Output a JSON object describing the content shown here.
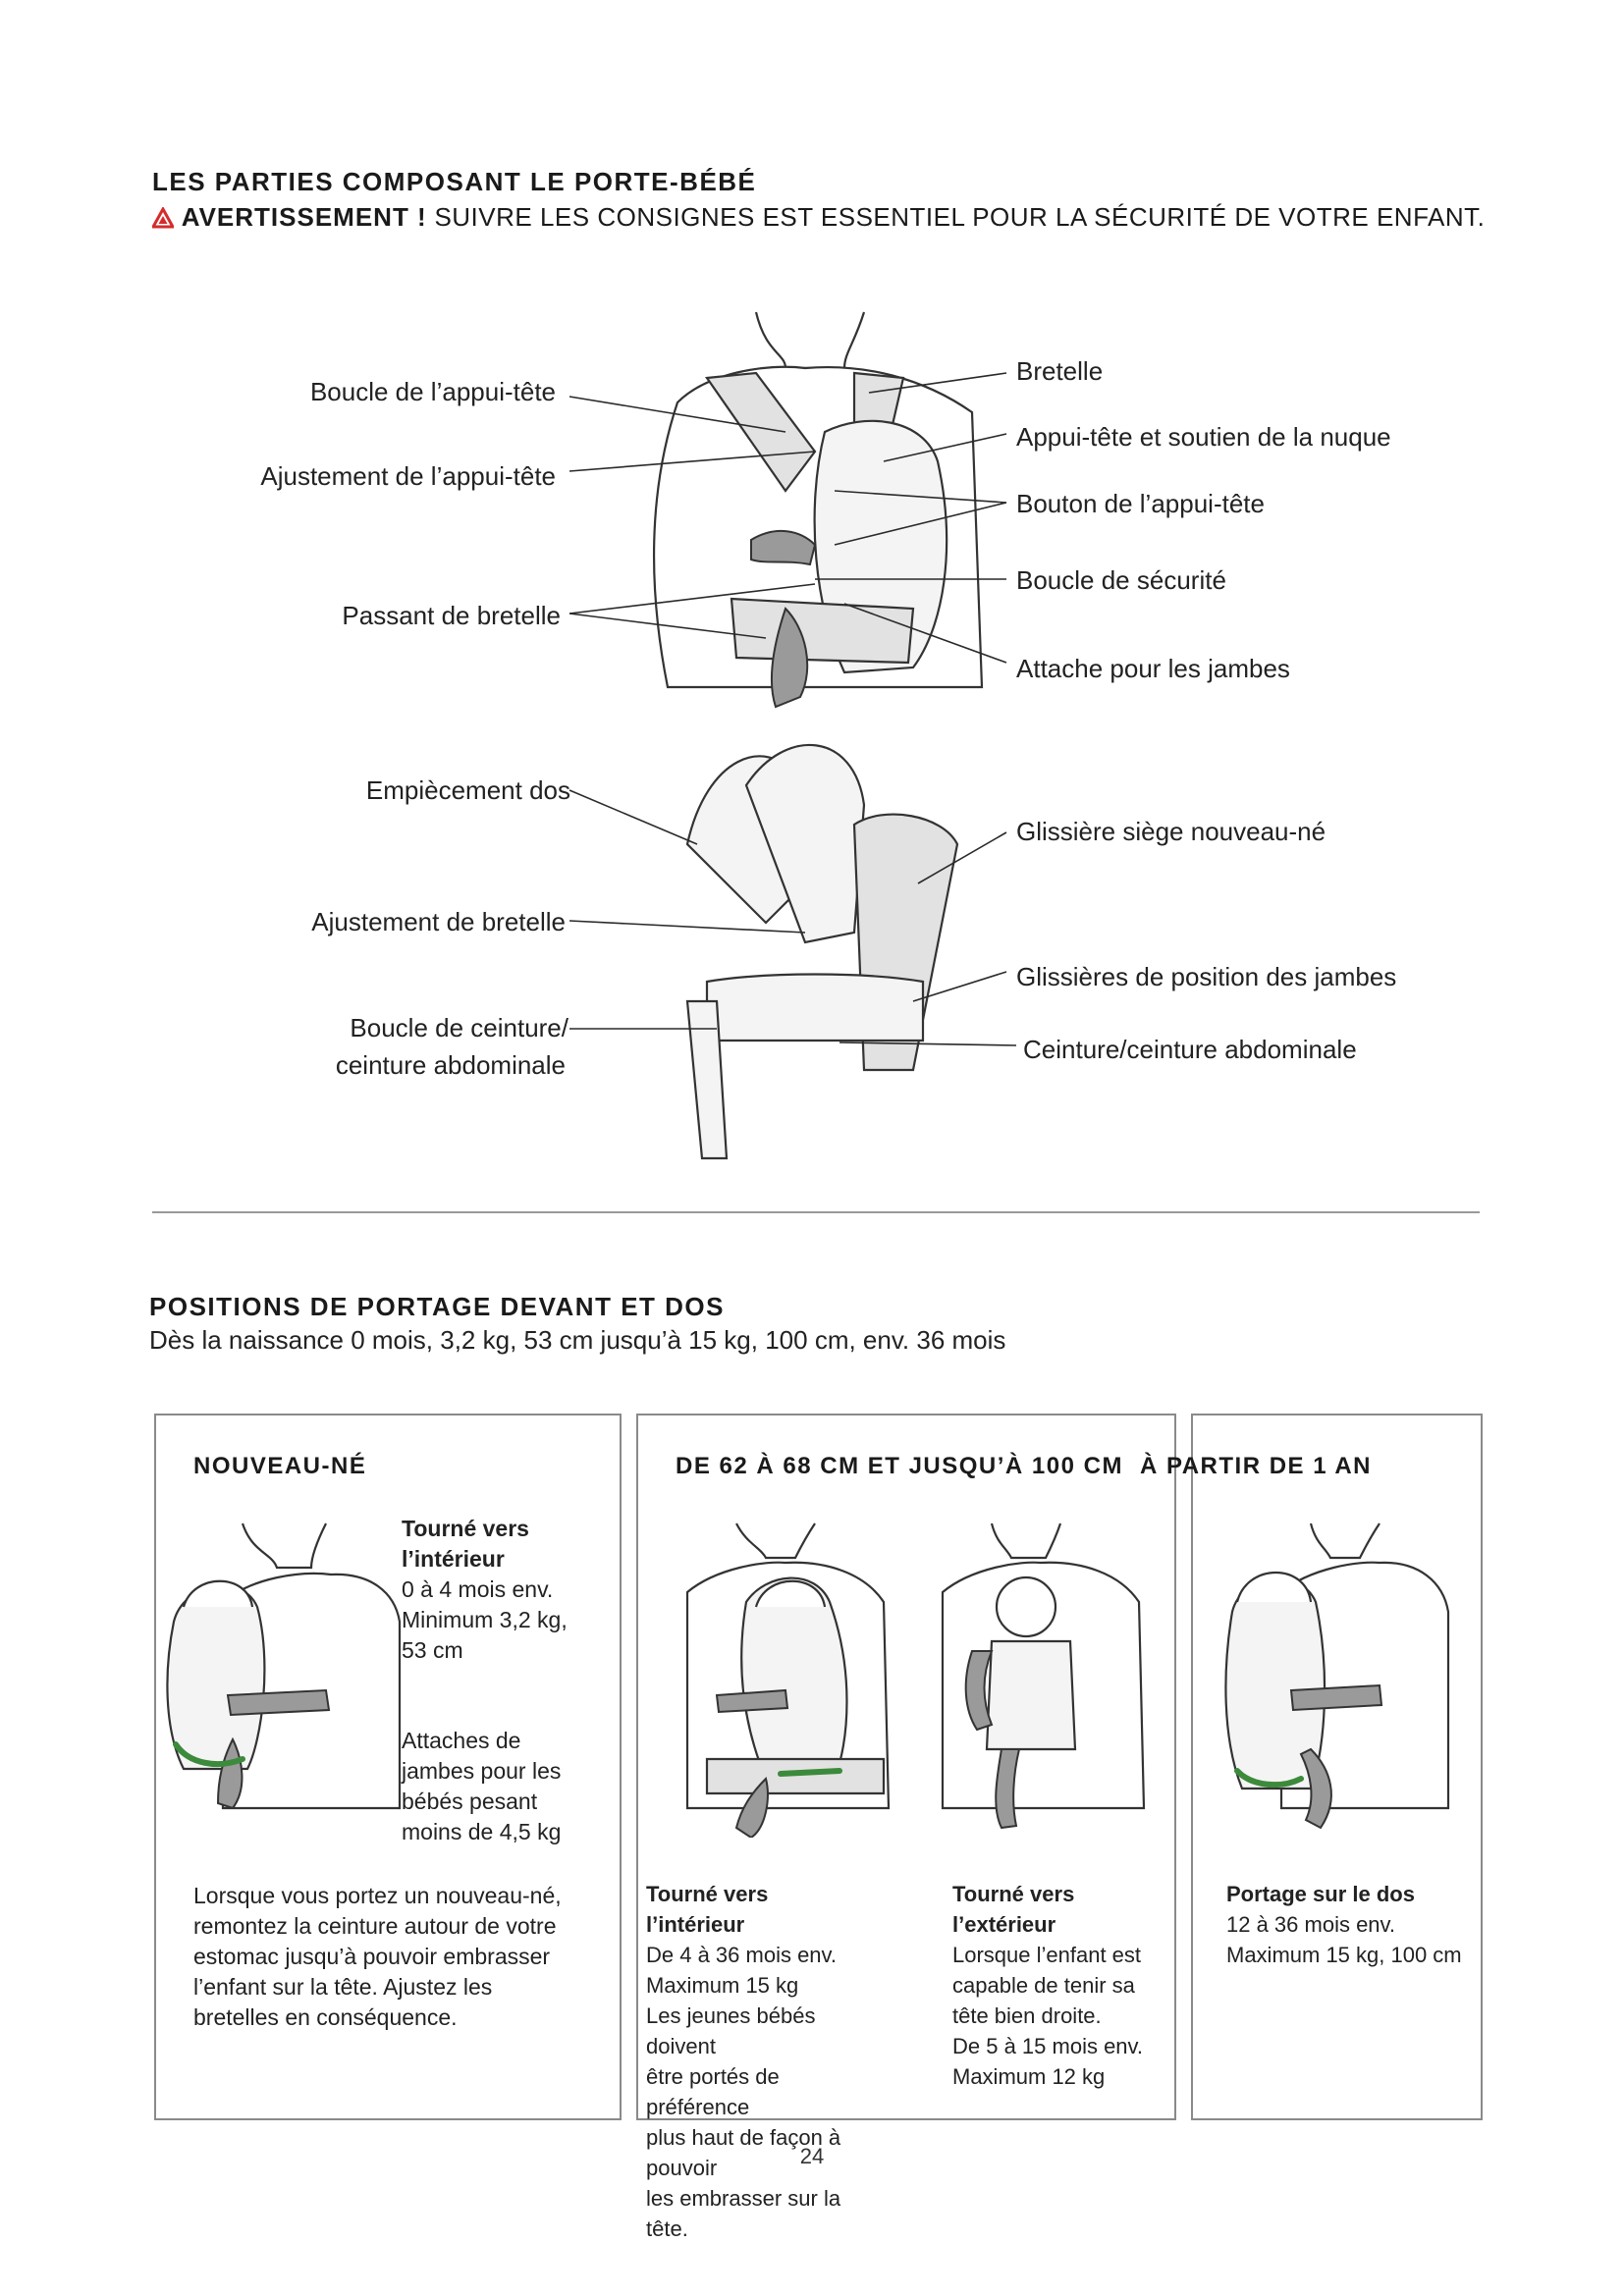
{
  "section1": {
    "title": "LES PARTIES COMPOSANT LE PORTE-BÉBÉ",
    "warning_strong": "AVERTISSEMENT !",
    "warning_text": " SUIVRE LES CONSIGNES EST ESSENTIEL POUR LA SÉCURITÉ DE VOTRE ENFANT.",
    "labels_left_top": [
      "Boucle de l’appui-tête",
      "Ajustement de l’appui-tête",
      "Passant de bretelle"
    ],
    "labels_right_top": [
      "Bretelle",
      "Appui-tête et soutien de la nuque",
      "Bouton de l’appui-tête",
      "Boucle de sécurité",
      "Attache pour les jambes"
    ],
    "labels_left_bottom": [
      "Empiècement dos",
      "Ajustement de bretelle",
      "Boucle de ceinture/",
      "ceinture abdominale"
    ],
    "labels_right_bottom": [
      "Glissière siège nouveau-né",
      "Glissières de position des jambes",
      "Ceinture/ceinture abdominale"
    ]
  },
  "section2": {
    "title": "POSITIONS DE PORTAGE DEVANT ET DOS",
    "subtitle": "Dès la naissance 0 mois, 3,2 kg, 53 cm jusqu’à 15 kg, 100 cm, env. 36 mois",
    "box1": {
      "heading": "NOUVEAU-NÉ",
      "facing_title": "Tourné vers l’intérieur",
      "facing_lines": [
        "0 à 4 mois env.",
        "Minimum 3,2 kg,",
        "53 cm"
      ],
      "leg_note": [
        "Attaches de",
        "jambes pour les",
        "bébés pesant",
        "moins de 4,5 kg"
      ],
      "body": [
        "Lorsque vous portez un nouveau-né,",
        "remontez la ceinture autour de votre",
        "estomac jusqu’à pouvoir embrasser",
        "l’enfant sur la tête. Ajustez les",
        "bretelles en conséquence."
      ]
    },
    "box2": {
      "heading": "DE 62 À 68 CM ET JUSQU’À 100 CM",
      "col1_title": "Tourné vers l’intérieur",
      "col1_lines": [
        "De 4 à 36 mois env.",
        "Maximum 15 kg",
        "Les jeunes bébés doivent",
        "être portés de préférence",
        "plus haut de façon à pouvoir",
        "les embrasser sur la tête."
      ],
      "col2_title": [
        "Tourné vers",
        "l’extérieur"
      ],
      "col2_lines": [
        "Lorsque l’enfant est",
        "capable de tenir sa",
        "tête bien droite.",
        "De 5 à 15 mois env.",
        "Maximum 12 kg"
      ]
    },
    "box3": {
      "heading": "À PARTIR DE 1 AN",
      "title": "Portage sur le dos",
      "lines": [
        "12 à 36 mois env.",
        "Maximum 15 kg, 100 cm"
      ]
    }
  },
  "page_number": "24",
  "colors": {
    "warning": "#d62b2b",
    "accent_green": "#3c8a3c",
    "rule": "#9a9a9a"
  },
  "icons": [
    "warning-triangle-icon"
  ]
}
